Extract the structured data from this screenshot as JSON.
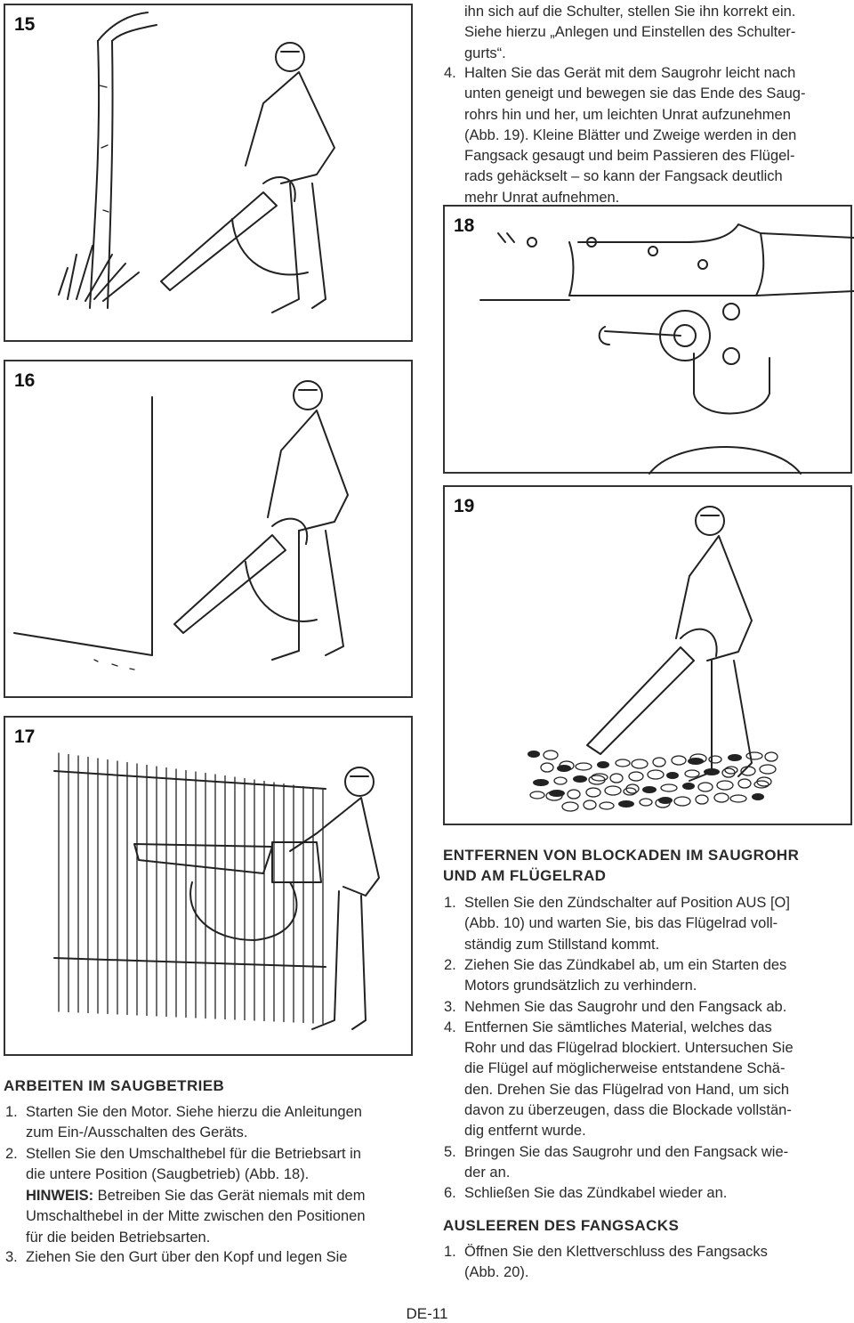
{
  "figures": {
    "f15": "15",
    "f16": "16",
    "f17": "17",
    "f18": "18",
    "f19": "19"
  },
  "right_top": {
    "cont_lines": [
      "ihn sich auf die Schulter, stellen Sie ihn korrekt ein.",
      "Siehe hierzu „Anlegen und Einstellen des Schulter-",
      "gurts“."
    ],
    "item4_num": "4.",
    "item4_lines": [
      "Halten Sie das Gerät mit dem Saugrohr leicht nach",
      "unten geneigt und bewegen sie das Ende des Saug-",
      "rohrs hin und her, um leichten Unrat aufzunehmen",
      "(Abb. 19). Kleine Blätter und Zweige werden in den",
      "Fangsack gesaugt und beim Passieren des Flügel-",
      "rads gehäckselt – so kann der Fangsack deutlich",
      "mehr Unrat aufnehmen."
    ]
  },
  "left_section": {
    "heading": "ARBEITEN IM SAUGBETRIEB",
    "item1_num": "1.",
    "item1_lines": [
      "Starten Sie den Motor. Siehe hierzu die Anleitungen",
      "zum Ein-/Ausschalten des Geräts."
    ],
    "item2_num": "2.",
    "item2_lines": [
      "Stellen Sie den Umschalthebel für die Betriebsart in",
      "die untere Position (Saugbetrieb) (Abb. 18)."
    ],
    "note_label": "HINWEIS:",
    "note_first": " Betreiben Sie das Gerät niemals mit dem",
    "note_lines": [
      "Umschalthebel in der Mitte zwischen den Positionen",
      "für die beiden Betriebsarten."
    ],
    "item3_num": "3.",
    "item3_line": "Ziehen Sie den Gurt über den Kopf und legen Sie"
  },
  "blockade_section": {
    "heading_lines": [
      "ENTFERNEN VON BLOCKADEN IM SAUGROHR",
      "UND AM FLÜGELRAD"
    ],
    "items": [
      {
        "num": "1.",
        "lines": [
          "Stellen Sie den Zündschalter auf Position AUS [O]",
          "(Abb. 10) und warten Sie, bis das Flügelrad voll-",
          "ständig zum Stillstand kommt."
        ]
      },
      {
        "num": "2.",
        "lines": [
          "Ziehen Sie das Zündkabel ab, um ein Starten des",
          "Motors grundsätzlich zu verhindern."
        ]
      },
      {
        "num": "3.",
        "lines": [
          "Nehmen Sie das Saugrohr und den Fangsack ab."
        ]
      },
      {
        "num": "4.",
        "lines": [
          "Entfernen Sie sämtliches Material, welches das",
          "Rohr und das Flügelrad blockiert. Untersuchen Sie",
          "die Flügel auf möglicherweise entstandene Schä-",
          "den. Drehen Sie das Flügelrad von Hand, um sich",
          "davon zu überzeugen, dass die Blockade vollstän-",
          "dig entfernt wurde."
        ]
      },
      {
        "num": "5.",
        "lines": [
          "Bringen Sie das Saugrohr und den Fangsack wie-",
          "der an."
        ]
      },
      {
        "num": "6.",
        "lines": [
          "Schließen Sie das Zündkabel wieder an."
        ]
      }
    ]
  },
  "empty_section": {
    "heading": "AUSLEEREN DES FANGSACKS",
    "item1_num": "1.",
    "item1_lines": [
      "Öffnen Sie den Klettverschluss des Fangsacks",
      "(Abb. 20)."
    ]
  },
  "footer": {
    "page": "DE-11"
  }
}
